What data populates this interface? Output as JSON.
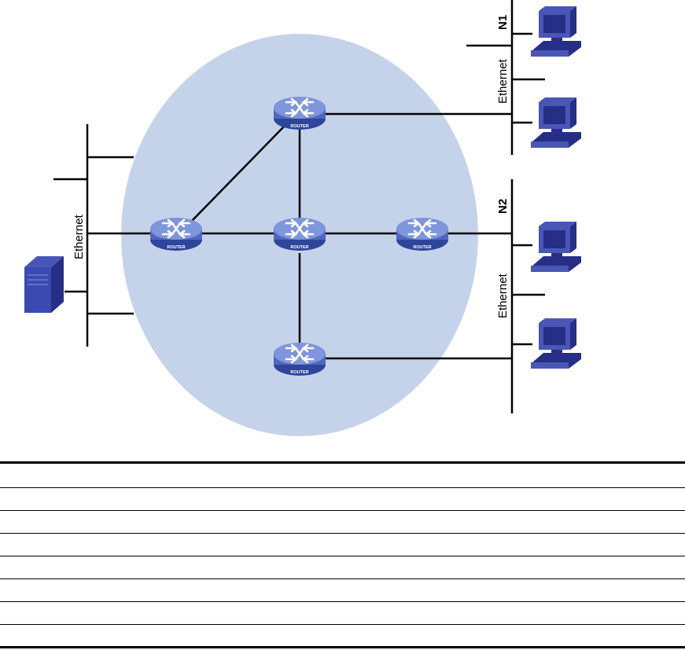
{
  "colors": {
    "domain_fill": "#c5d3ea",
    "line": "#000000",
    "router_body": "#4f67bd",
    "router_top": "#7f95dc",
    "router_side": "#2f459c",
    "pc_body": "#4a56b6",
    "pc_dark": "#262f85",
    "server_body": "#3b4ab0"
  },
  "labels": {
    "router_text": "ROUTER",
    "ethernet_left": "Ethernet",
    "ethernet_n1": "Ethernet",
    "ethernet_n2": "Ethernet",
    "n1": "N1",
    "n2": "N2"
  },
  "icons": {
    "router": "router-icon",
    "pc": "pc-icon",
    "server": "server-icon"
  },
  "table": {
    "rows": [
      "",
      "",
      "",
      "",
      "",
      "",
      "",
      ""
    ]
  }
}
